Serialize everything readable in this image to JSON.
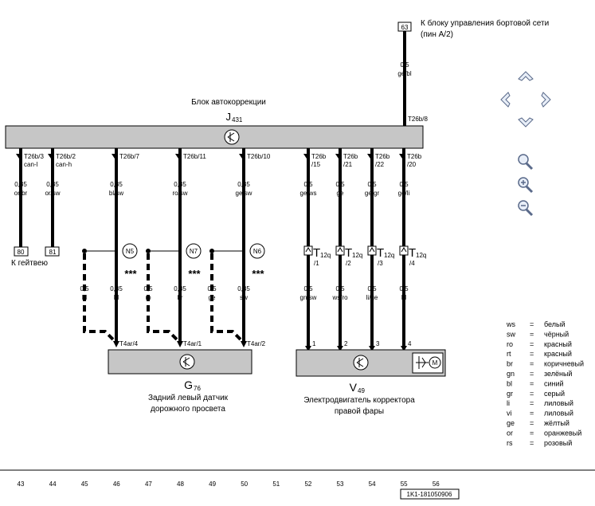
{
  "ecu_ref": {
    "box": "63",
    "line1": "К блоку управления бортовой сети",
    "line2": "(пин А/2)",
    "wire_size": "0,5",
    "wire_color": "ge/bl",
    "pin": "T26b/8"
  },
  "j431": {
    "label": "Блок автокоррекции",
    "code": "J",
    "code_sub": "431"
  },
  "j431_pins": {
    "p3": "T26b/3",
    "p3b": "can-l",
    "p2": "T26b/2",
    "p2b": "can-h",
    "p7": "T26b/7",
    "p11": "T26b/11",
    "p10": "T26b/10",
    "p15a": "T26b",
    "p15b": "/15",
    "p21a": "T26b",
    "p21b": "/21",
    "p22a": "T26b",
    "p22b": "/22",
    "p20a": "T26b",
    "p20b": "/20"
  },
  "upper_wires": {
    "w1a": "0,35",
    "w1b": "or/br",
    "w2a": "0,35",
    "w2b": "or/sw",
    "w3a": "0,35",
    "w3b": "bl/sw",
    "w4a": "0,35",
    "w4b": "ro/sw",
    "w5a": "0,35",
    "w5b": "ge/sw",
    "w6a": "0,5",
    "w6b": "ge/ws",
    "w7a": "0,5",
    "w7b": "ge",
    "w8a": "0,5",
    "w8b": "ge/gr",
    "w9a": "0,5",
    "w9b": "ge/li"
  },
  "gateway": {
    "box1": "80",
    "box2": "81",
    "label": "К гейтвею"
  },
  "nodes": {
    "n5": "N5",
    "n7": "N7",
    "n6": "N6",
    "stars": "***"
  },
  "connectors": {
    "t": "T",
    "sub": "12q",
    "c1": "/1",
    "c2": "/2",
    "c3": "/3",
    "c4": "/4"
  },
  "lower_wires": {
    "d1a": "0,5",
    "d1b": "bl",
    "d2a": "0,35",
    "d2b": "bl",
    "d3a": "0,5",
    "d3b": "ro",
    "d4a": "0,35",
    "d4b": "br",
    "d5a": "0,5",
    "d5b": "ge",
    "d6a": "0,35",
    "d6b": "sw",
    "v1a": "0,5",
    "v1b": "gn/sw",
    "v2a": "0,5",
    "v2b": "ws/ro",
    "v3a": "0,5",
    "v3b": "li/ge",
    "v4a": "0,5",
    "v4b": "bl"
  },
  "g76": {
    "pin4": "T4ar/4",
    "pin1": "T4ar/1",
    "pin2": "T4ar/2",
    "code": "G",
    "code_sub": "76",
    "line1": "Задний левый датчик",
    "line2": "дорожного просвета"
  },
  "v49": {
    "pin1": "1",
    "pin2": "2",
    "pin3": "3",
    "pin4": "4",
    "motor": "M",
    "code": "V",
    "code_sub": "49",
    "line1": "Электродвигатель корректора",
    "line2": "правой фары"
  },
  "legend": [
    {
      "code": "ws",
      "eq": "=",
      "name": "белый"
    },
    {
      "code": "sw",
      "eq": "=",
      "name": "чёрный"
    },
    {
      "code": "ro",
      "eq": "=",
      "name": "красный"
    },
    {
      "code": "rt",
      "eq": "=",
      "name": "красный"
    },
    {
      "code": "br",
      "eq": "=",
      "name": "коричневый"
    },
    {
      "code": "gn",
      "eq": "=",
      "name": "зелёный"
    },
    {
      "code": "bl",
      "eq": "=",
      "name": "синий"
    },
    {
      "code": "gr",
      "eq": "=",
      "name": "серый"
    },
    {
      "code": "li",
      "eq": "=",
      "name": "лиловый"
    },
    {
      "code": "vi",
      "eq": "=",
      "name": "лиловый"
    },
    {
      "code": "ge",
      "eq": "=",
      "name": "жёлтый"
    },
    {
      "code": "or",
      "eq": "=",
      "name": "оранжевый"
    },
    {
      "code": "rs",
      "eq": "=",
      "name": "розовый"
    }
  ],
  "ruler": [
    "43",
    "44",
    "45",
    "46",
    "47",
    "48",
    "49",
    "50",
    "51",
    "52",
    "53",
    "54",
    "55",
    "56"
  ],
  "diagram_id": "1K1-181050906",
  "colors": {
    "block_fill": "#c6c6c6",
    "wire": "#000000",
    "nav_fill": "#e8eef8",
    "nav_stroke": "#5a6a8a"
  }
}
